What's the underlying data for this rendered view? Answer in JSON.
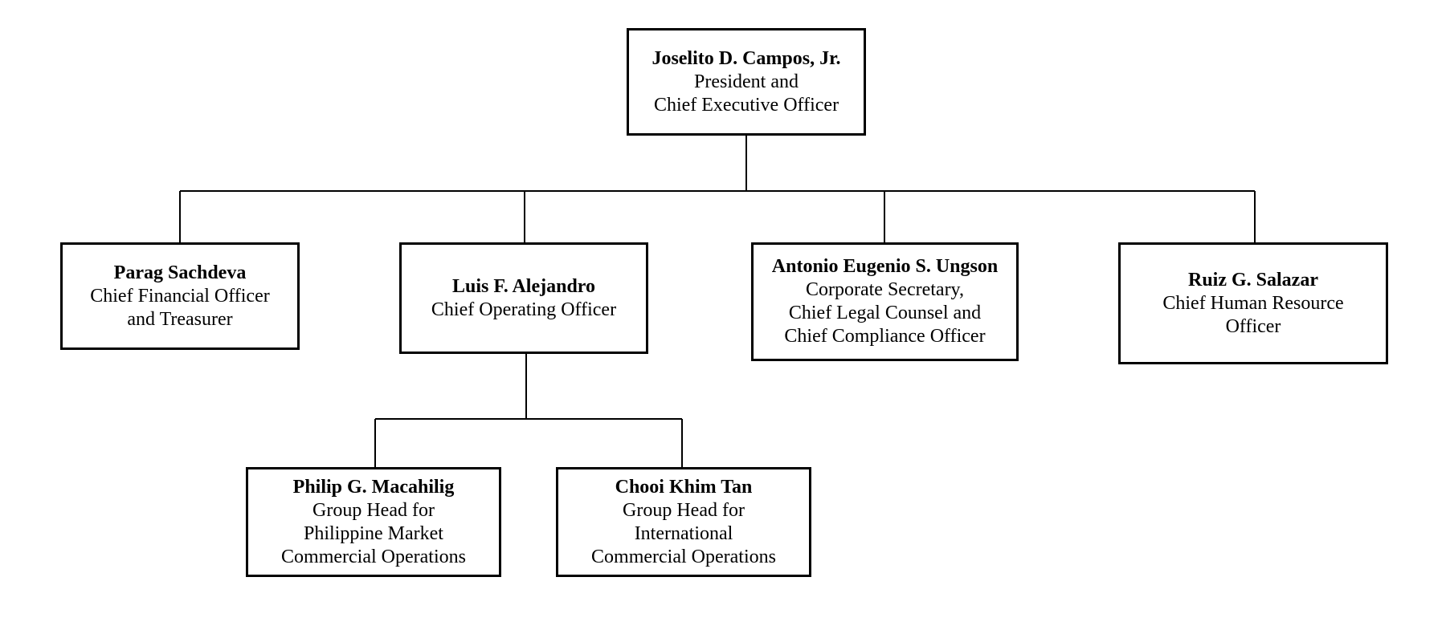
{
  "org_chart": {
    "ceo": {
      "name": "Joselito D. Campos, Jr.",
      "title_lines": [
        "President and",
        "Chief Executive Officer"
      ]
    },
    "cfo": {
      "name": "Parag Sachdeva",
      "title_lines": [
        "Chief Financial Officer",
        "and Treasurer"
      ]
    },
    "coo": {
      "name": "Luis F. Alejandro",
      "title_lines": [
        "Chief Operating Officer"
      ]
    },
    "legal": {
      "name": "Antonio Eugenio S. Ungson",
      "title_lines": [
        "Corporate Secretary,",
        "Chief Legal Counsel and",
        "Chief Compliance Officer"
      ]
    },
    "chro": {
      "name": "Ruiz G. Salazar",
      "title_lines": [
        "Chief Human Resource",
        "Officer"
      ]
    },
    "ph_ops": {
      "name": "Philip G. Macahilig",
      "title_lines": [
        "Group Head for",
        "Philippine Market",
        "Commercial Operations"
      ]
    },
    "intl_ops": {
      "name": "Chooi Khim Tan",
      "title_lines": [
        "Group Head for",
        "International",
        "Commercial Operations"
      ]
    }
  }
}
